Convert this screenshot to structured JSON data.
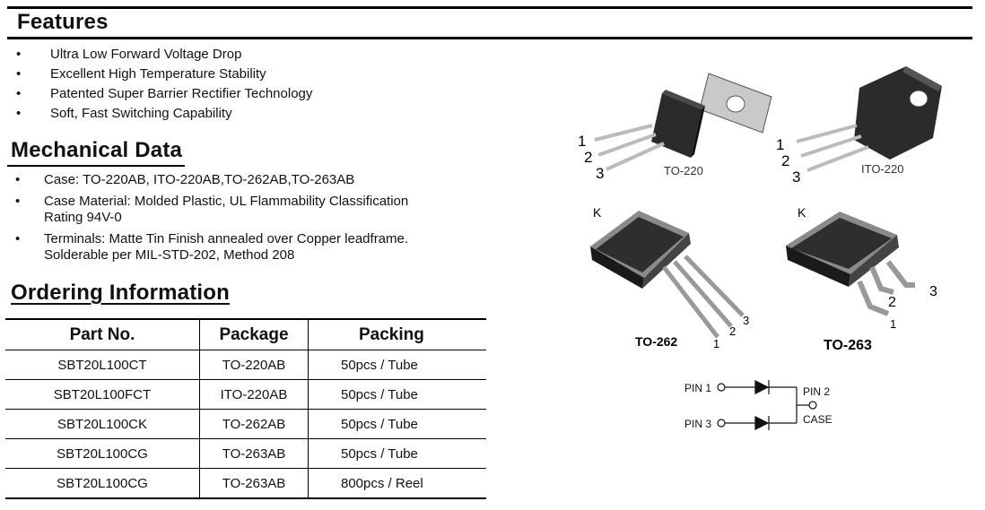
{
  "features": {
    "title": "Features",
    "items": [
      "Ultra Low Forward Voltage Drop",
      "Excellent High Temperature Stability",
      "Patented Super Barrier Rectifier Technology",
      "Soft, Fast Switching Capability"
    ]
  },
  "mechanical": {
    "title": "Mechanical Data",
    "items": [
      "Case: TO-220AB, ITO-220AB,TO-262AB,TO-263AB",
      "Case Material: Molded Plastic, UL Flammability Classification Rating 94V-0",
      "Terminals: Matte Tin Finish annealed over Copper leadframe. Solderable per MIL-STD-202, Method 208"
    ]
  },
  "ordering": {
    "title": "Ordering Information",
    "headers": [
      "Part No.",
      "Package",
      "Packing"
    ],
    "rows": [
      [
        "SBT20L100CT",
        "TO-220AB",
        "50pcs  / Tube"
      ],
      [
        "SBT20L100FCT",
        "ITO-220AB",
        "50pcs  / Tube"
      ],
      [
        "SBT20L100CK",
        "TO-262AB",
        "50pcs  / Tube"
      ],
      [
        "SBT20L100CG",
        "TO-263AB",
        "50pcs  / Tube"
      ],
      [
        "SBT20L100CG",
        "TO-263AB",
        "800pcs  / Reel"
      ]
    ]
  },
  "packages": {
    "to220": {
      "label": "TO-220",
      "pins": [
        "1",
        "2",
        "3"
      ]
    },
    "ito220": {
      "label": "ITO-220",
      "pins": [
        "1",
        "2",
        "3"
      ]
    },
    "to262": {
      "label": "TO-262",
      "k": "K",
      "pins": [
        "1",
        "2",
        "3"
      ]
    },
    "to263": {
      "label": "TO-263",
      "k": "K",
      "pins": [
        "1",
        "2",
        "3"
      ]
    }
  },
  "schematic": {
    "pin1": "PIN 1",
    "pin3": "PIN 3",
    "pin2": "PIN 2",
    "case": "CASE"
  }
}
